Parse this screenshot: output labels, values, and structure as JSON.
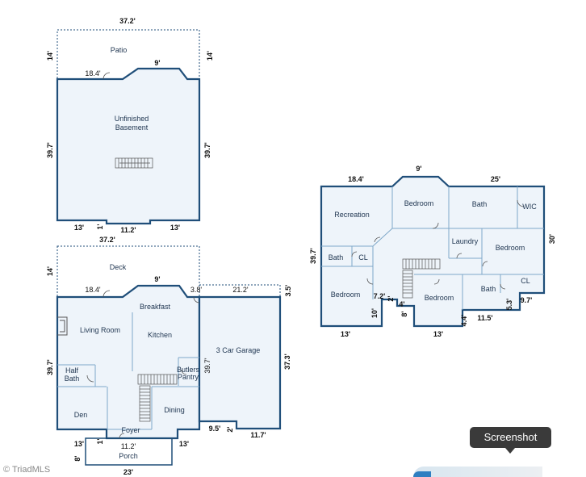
{
  "upper_left": {
    "rooms": {
      "patio": "Patio",
      "unfinished_1": "Unfinished",
      "unfinished_2": "Basement"
    },
    "dims": {
      "top": "37.2'",
      "left_patio": "14'",
      "right_patio": "14'",
      "center": "9'",
      "patio_door": "18.4'",
      "left": "39.7'",
      "right": "39.7'",
      "bottom_left": "13'",
      "bottom_center": "11.2'",
      "bottom_right": "13'",
      "notch": "1'"
    }
  },
  "main": {
    "rooms": {
      "deck": "Deck",
      "breakfast": "Breakfast",
      "living": "Living Room",
      "kitchen": "Kitchen",
      "garage": "3 Car Garage",
      "half_bath_1": "Half",
      "half_bath_2": "Bath",
      "butlers_1": "Butlers",
      "butlers_2": "Pantry",
      "den": "Den",
      "dining": "Dining",
      "foyer": "Foyer",
      "porch": "Porch"
    },
    "dims": {
      "top": "37.2'",
      "deck_side": "14'",
      "center": "9'",
      "deck_door": "18.4'",
      "small": "3.8'",
      "garage_top": "21.2'",
      "garage_side": "3.5'",
      "left": "39.7'",
      "inner": "39.7'",
      "garage_right": "37.3'",
      "garage_b1": "9.5'",
      "garage_b2": "2'",
      "garage_b3": "11.7'",
      "bottom_left": "13'",
      "bottom_center": "11.2'",
      "bottom_right": "13'",
      "notch": "1'",
      "porch_side": "8'",
      "porch_width": "23'"
    }
  },
  "upper_right": {
    "rooms": {
      "recreation": "Recreation",
      "bedroom1": "Bedroom",
      "bath1": "Bath",
      "wic": "WIC",
      "laundry": "Laundry",
      "bedroom2": "Bedroom",
      "bath2": "Bath",
      "cl1": "CL",
      "bedroom3": "Bedroom",
      "bedroom4": "Bedroom",
      "bath3": "Bath",
      "cl2": "CL"
    },
    "dims": {
      "top_left": "18.4'",
      "top_center": "9'",
      "top_right": "25'",
      "left": "39.7'",
      "right": "30'",
      "d72": "7.2'",
      "d2": "2'",
      "d10": "10'",
      "d4": "4'",
      "d8": "8'",
      "d53": "5.3'",
      "d97": "9.7'",
      "d44": "4.4'",
      "d115": "11.5'",
      "bottom_left": "13'",
      "bottom_center": "13'"
    }
  },
  "tooltip": {
    "label": "Screenshot"
  },
  "watermark": {
    "text": "© TriadMLS"
  }
}
